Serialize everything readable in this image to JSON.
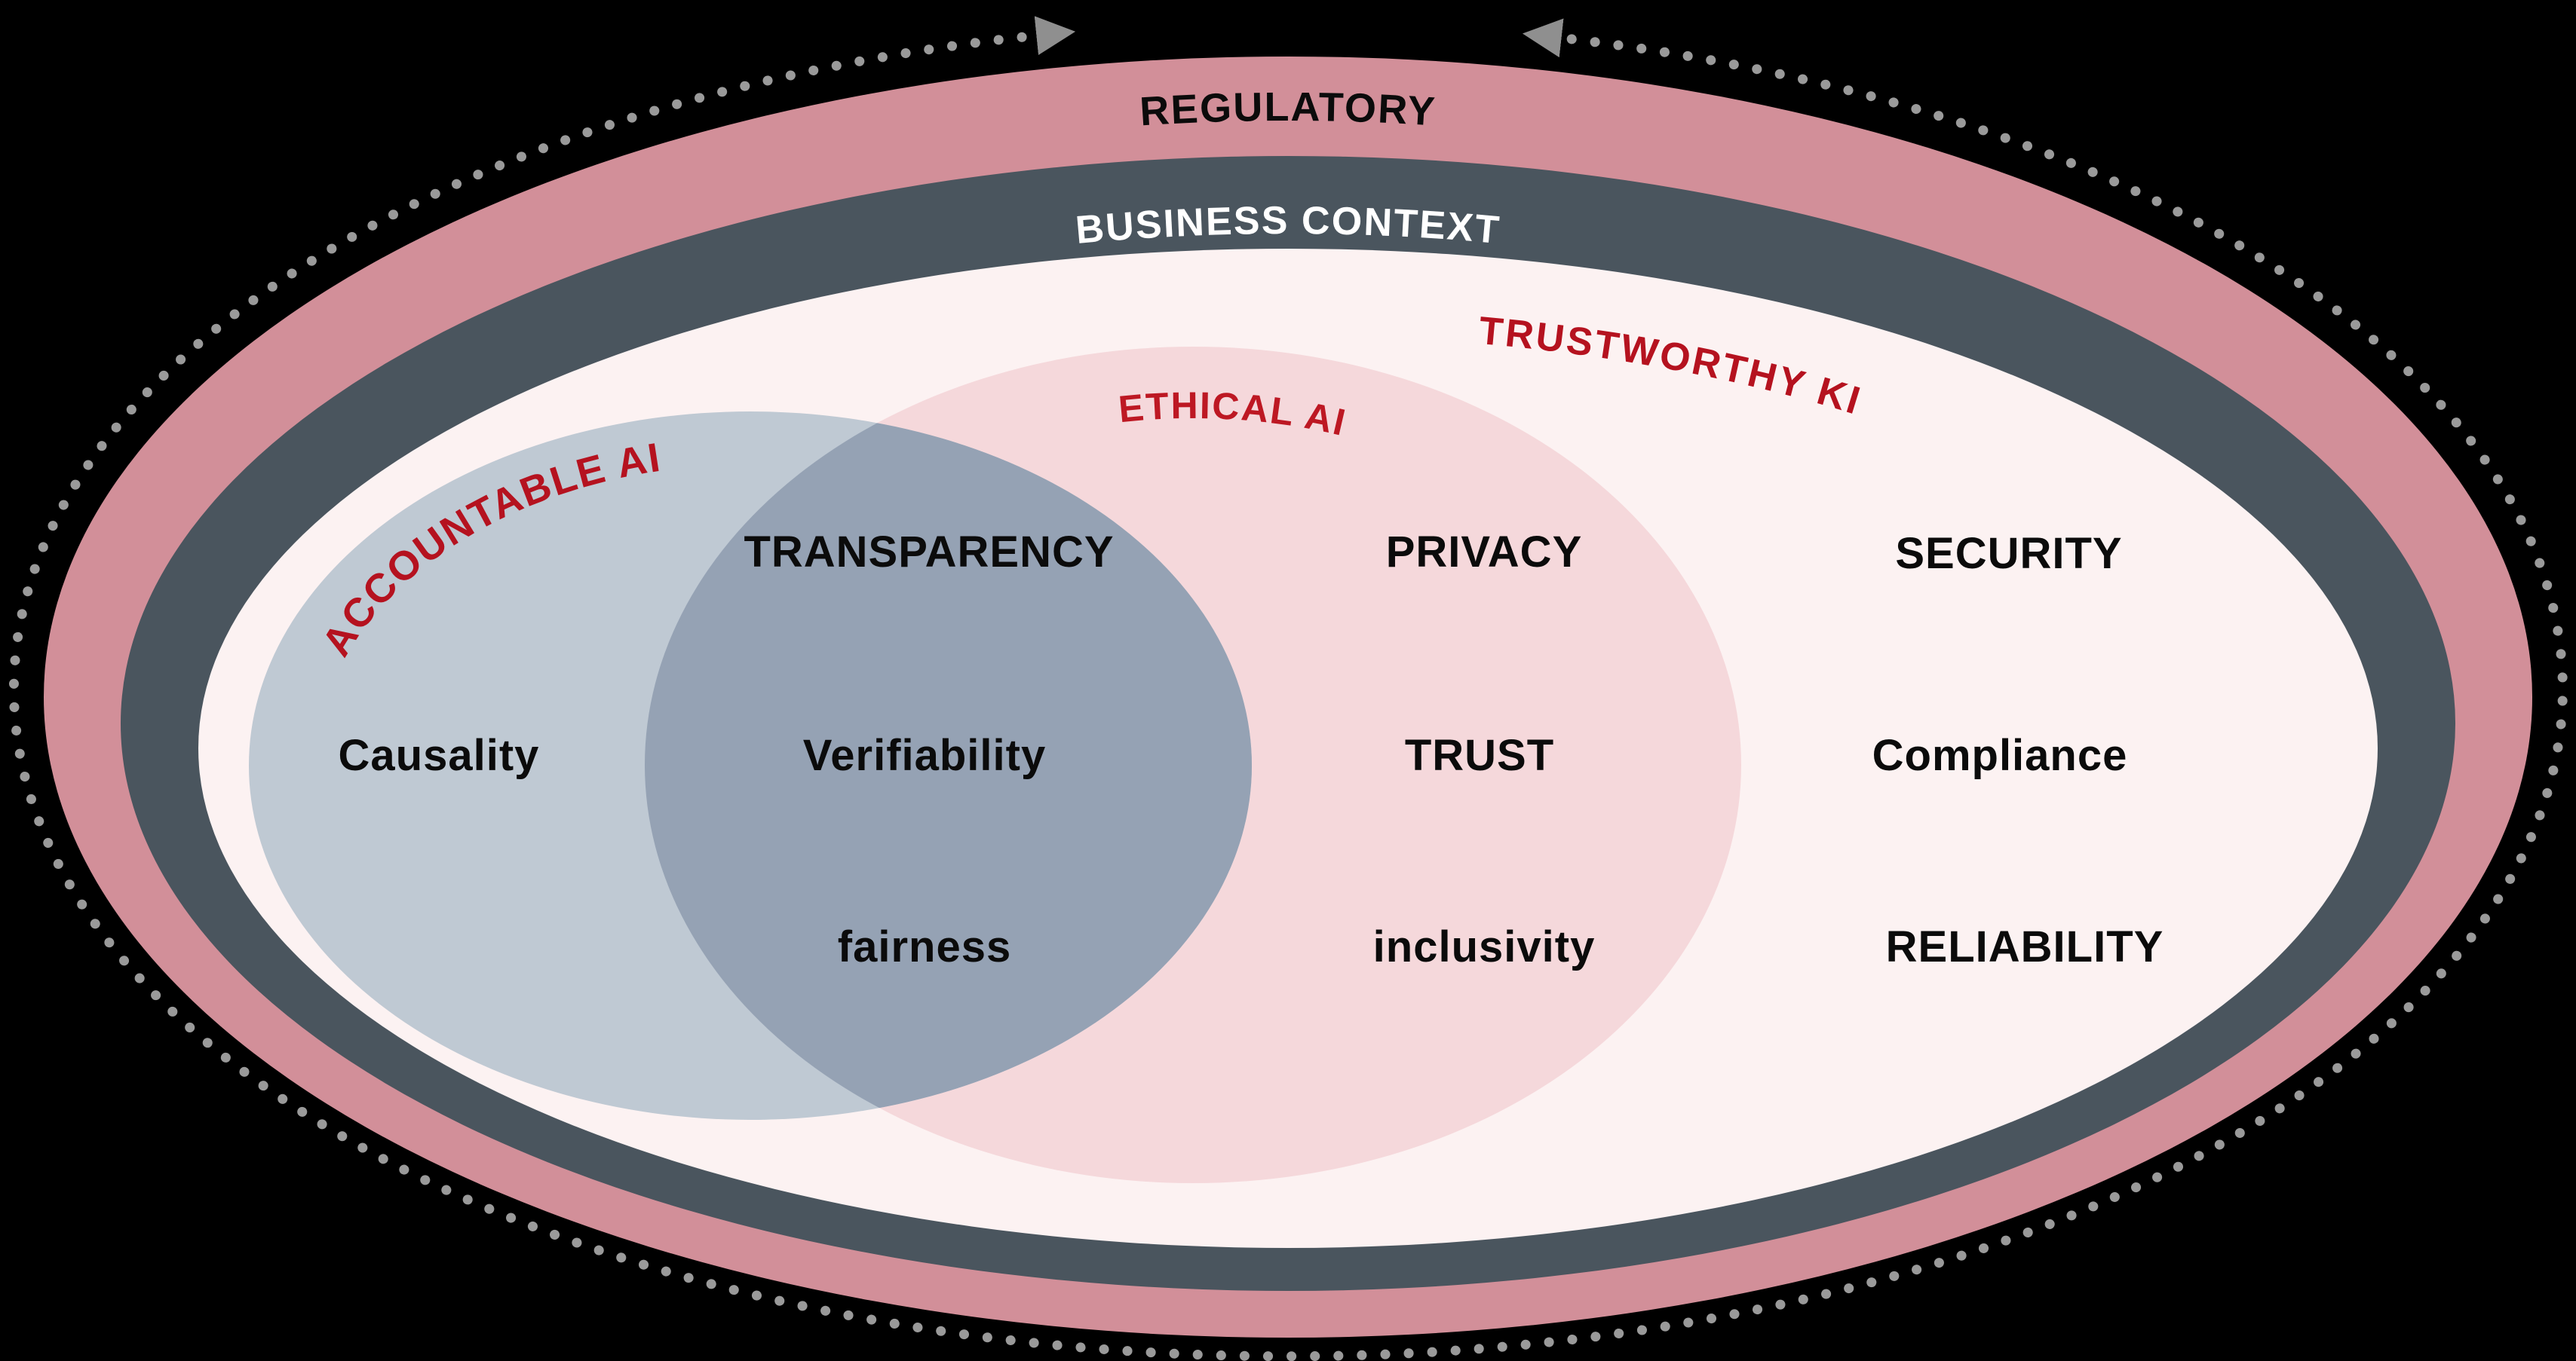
{
  "figure": {
    "background": "#000000",
    "cycle": {
      "dot_color": "#9A9A9A",
      "arrow_color": "#8F8F8F"
    },
    "rings": [
      {
        "name": "regulatory",
        "label": "REGULATORY",
        "fill": "#D28F99",
        "label_color": "#0B0B0B"
      },
      {
        "name": "business-context",
        "label": "BUSINESS CONTEXT",
        "fill": "#4A555E",
        "label_color": "#FFFFFF"
      },
      {
        "name": "trustworthy-ki",
        "label": "TRUSTWORTHY KI",
        "fill": "#FCF2F2",
        "label_color": "#B5121F"
      }
    ],
    "sets": [
      {
        "name": "ethical-ai",
        "label": "ETHICAL AI",
        "fill": "#F5D8DB",
        "label_color": "#BD1823"
      },
      {
        "name": "accountable-ai",
        "label": "ACCOUNTABLE AI",
        "fill": "#BFC9D3",
        "label_color": "#B5121F"
      }
    ],
    "overlap_fill": "#95A2B4",
    "terms": [
      {
        "label": "TRANSPARENCY"
      },
      {
        "label": "PRIVACY"
      },
      {
        "label": "SECURITY"
      },
      {
        "label": "Causality"
      },
      {
        "label": "Verifiability"
      },
      {
        "label": "TRUST"
      },
      {
        "label": "Compliance"
      },
      {
        "label": "fairness"
      },
      {
        "label": "inclusivity"
      },
      {
        "label": "RELIABILITY"
      }
    ]
  }
}
